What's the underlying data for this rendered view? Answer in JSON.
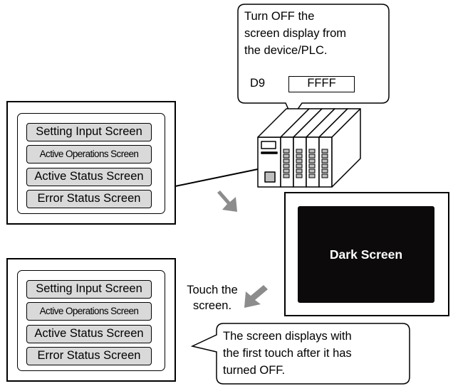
{
  "callout_top": {
    "lines": [
      "Turn OFF the",
      "screen display from",
      "the device/PLC."
    ],
    "register_label": "D9",
    "register_value": "FFFF"
  },
  "screen_menu": {
    "items": [
      {
        "label": "Setting Input Screen",
        "style": "normal"
      },
      {
        "label": "Active Operations Screen",
        "style": "narrow"
      },
      {
        "label": "Active Status Screen",
        "style": "normal"
      },
      {
        "label": "Error Status Screen",
        "style": "normal"
      }
    ]
  },
  "dark_screen": {
    "label": "Dark Screen"
  },
  "touch_label": {
    "lines": [
      "Touch the",
      "screen."
    ]
  },
  "callout_bottom": {
    "lines": [
      "The screen displays with",
      "the first touch after it has",
      "turned OFF."
    ]
  },
  "colors": {
    "button_fill": "#d9d9d9",
    "dark_screen": "#0c0a0a",
    "arrow": "#8c8c8c",
    "plc_slot_light": "#bfbfbf"
  },
  "icons": [
    "plc-device-icon",
    "arrow-down-right-icon",
    "arrow-down-left-icon"
  ]
}
